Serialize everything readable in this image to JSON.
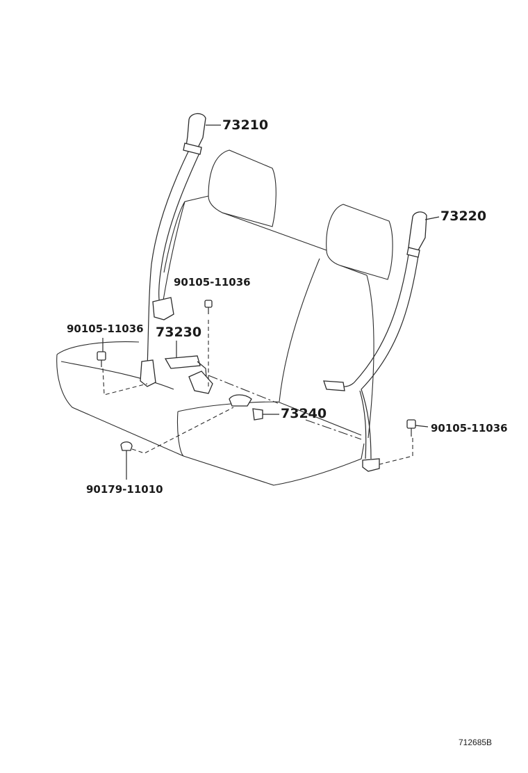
{
  "diagram": {
    "labels": {
      "part_73210": "73210",
      "part_73220": "73220",
      "part_73230": "73230",
      "part_73240": "73240",
      "bolt_left": "90105-11036",
      "bolt_center": "90105-11036",
      "bolt_right": "90105-11036",
      "nut_bottom": "90179-11010"
    },
    "reference_code": "712685B"
  }
}
